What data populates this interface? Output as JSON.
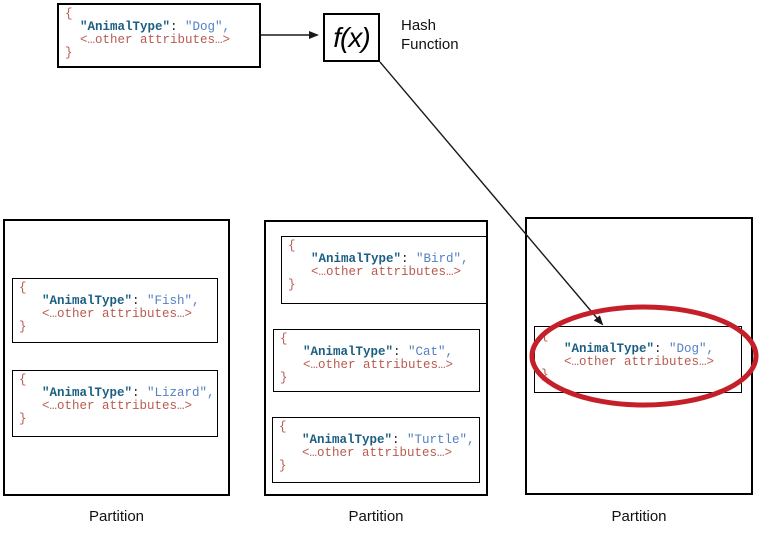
{
  "doc_syntax": {
    "open": "{",
    "key": "\"AnimalType\"",
    "colon": ": ",
    "other": "<…other attributes…>",
    "close": "}"
  },
  "source_item": {
    "value": "\"Dog\","
  },
  "hash": {
    "label": "f(x)",
    "caption": [
      "Hash",
      "Function"
    ]
  },
  "partitions": [
    {
      "label": "Partition",
      "items": [
        {
          "value": "\"Fish\","
        },
        {
          "value": "\"Lizard\","
        }
      ]
    },
    {
      "label": "Partition",
      "items": [
        {
          "value": "\"Bird\","
        },
        {
          "value": "\"Cat\","
        },
        {
          "value": "\"Turtle\","
        }
      ]
    },
    {
      "label": "Partition",
      "highlighted": true,
      "items": [
        {
          "value": "\"Dog\","
        }
      ]
    }
  ],
  "colors": {
    "key": "#1B5E82",
    "value": "#5480C2",
    "attributes_red": "#B85B50",
    "highlight_ellipse": "#C5202A",
    "arrow": "#1a1a1a"
  }
}
